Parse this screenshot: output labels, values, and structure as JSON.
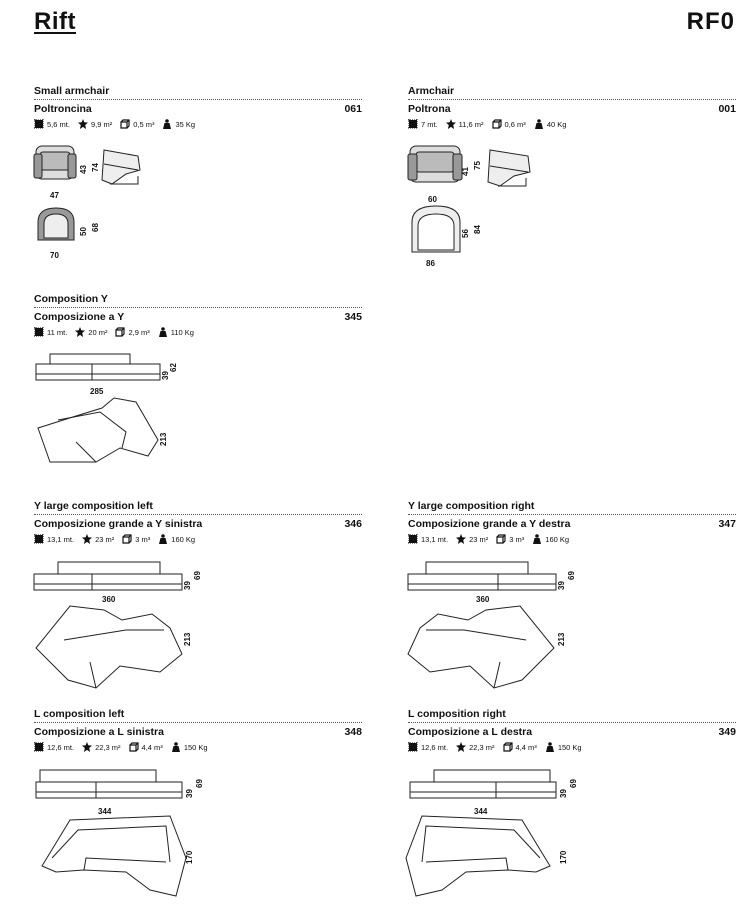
{
  "header": {
    "brand": "Rift",
    "code": "RF0"
  },
  "products": [
    {
      "en": "Small armchair",
      "it": "Poltroncina",
      "code": "061",
      "fabric": "5,6 mt.",
      "leather": "9,9 m²",
      "volume": "0,5 m³",
      "weight": "35 Kg",
      "dims": {
        "width": "47",
        "depth": "70",
        "seat": "43",
        "height": "74",
        "d1": "50",
        "d2": "68"
      }
    },
    {
      "en": "Armchair",
      "it": "Poltrona",
      "code": "001",
      "fabric": "7 mt.",
      "leather": "11,6 m²",
      "volume": "0,6 m³",
      "weight": "40 Kg",
      "dims": {
        "width": "60",
        "depth": "86",
        "seat": "41",
        "height": "75",
        "d1": "56",
        "d2": "84"
      }
    },
    {
      "en": "Composition Y",
      "it": "Composizione a Y",
      "code": "345",
      "fabric": "11 mt.",
      "leather": "20 m²",
      "volume": "2,9 m³",
      "weight": "110 Kg",
      "dims": {
        "width": "285",
        "seat": "39",
        "height": "62",
        "depth": "213"
      }
    },
    {
      "en": "Y large composition left",
      "it": "Composizione grande a Y sinistra",
      "code": "346",
      "fabric": "13,1 mt.",
      "leather": "23 m²",
      "volume": "3 m³",
      "weight": "160 Kg",
      "dims": {
        "width": "360",
        "seat": "39",
        "height": "69",
        "depth": "213"
      }
    },
    {
      "en": "Y large composition right",
      "it": "Composizione grande a Y destra",
      "code": "347",
      "fabric": "13,1 mt.",
      "leather": "23 m²",
      "volume": "3 m³",
      "weight": "160 Kg",
      "dims": {
        "width": "360",
        "seat": "39",
        "height": "69",
        "depth": "213"
      }
    },
    {
      "en": "L composition left",
      "it": "Composizione a L sinistra",
      "code": "348",
      "fabric": "12,6 mt.",
      "leather": "22,3 m²",
      "volume": "4,4 m³",
      "weight": "150 Kg",
      "dims": {
        "width": "344",
        "seat": "39",
        "height": "69",
        "depth": "170"
      }
    },
    {
      "en": "L composition right",
      "it": "Composizione a L destra",
      "code": "349",
      "fabric": "12,6 mt.",
      "leather": "22,3 m²",
      "volume": "4,4 m³",
      "weight": "150 Kg",
      "dims": {
        "width": "344",
        "seat": "39",
        "height": "69",
        "depth": "170"
      }
    }
  ]
}
